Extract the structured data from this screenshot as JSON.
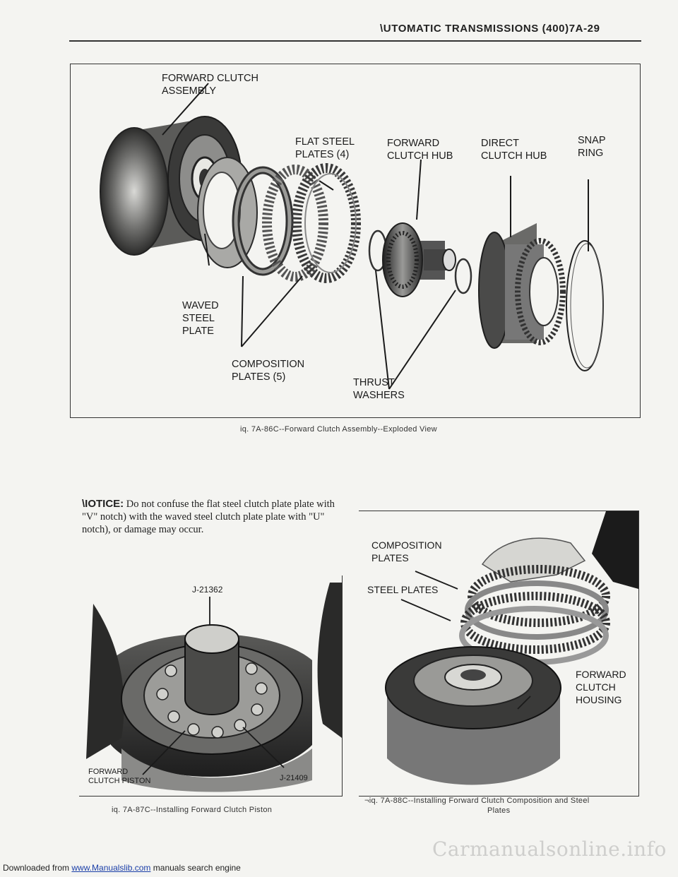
{
  "header": {
    "title": "\\UTOMATIC TRANSMISSIONS   (400)7A-29"
  },
  "figure1": {
    "labels": {
      "forward_clutch_assembly": "FORWARD CLUTCH\nASSEMBLY",
      "flat_steel_plates": "FLAT STEEL\nPLATES (4)",
      "forward_clutch_hub": "FORWARD\nCLUTCH HUB",
      "direct_clutch_hub": "DIRECT\nCLUTCH HUB",
      "snap_ring": "SNAP\nRING",
      "waved_steel_plate": "WAVED\nSTEEL\nPLATE",
      "composition_plates": "COMPOSITION\nPLATES (5)",
      "thrust_washers": "THRUST\nWASHERS"
    },
    "caption": "iq. 7A-86C--Forward Clutch Assembly--Exploded View"
  },
  "notice": {
    "heading": "\\IOTICE:",
    "text": " Do not confuse the flat steel clutch plate plate with \"V\" notch) with the waved steel clutch plate plate with \"U\" notch), or damage may occur."
  },
  "figure2": {
    "labels": {
      "tool_j21362": "J-21362",
      "forward_clutch_piston": "FORWARD\nCLUTCH PISTON",
      "tool_j21409": "J-21409"
    },
    "caption": "iq. 7A-87C--Installing Forward Clutch Piston"
  },
  "figure3": {
    "labels": {
      "composition_plates": "COMPOSITION\nPLATES",
      "steel_plates": "STEEL PLATES",
      "forward_clutch_housing": "FORWARD\nCLUTCH\nHOUSING"
    },
    "caption_line1": "¬iq. 7A-88C--Installing Forward Clutch Composition and Steel",
    "caption_line2": "Plates"
  },
  "footer": {
    "prefix": "Downloaded from ",
    "link": "www.Manualslib.com",
    "suffix": " manuals search engine"
  },
  "watermark": "Carmanualsonline.info"
}
